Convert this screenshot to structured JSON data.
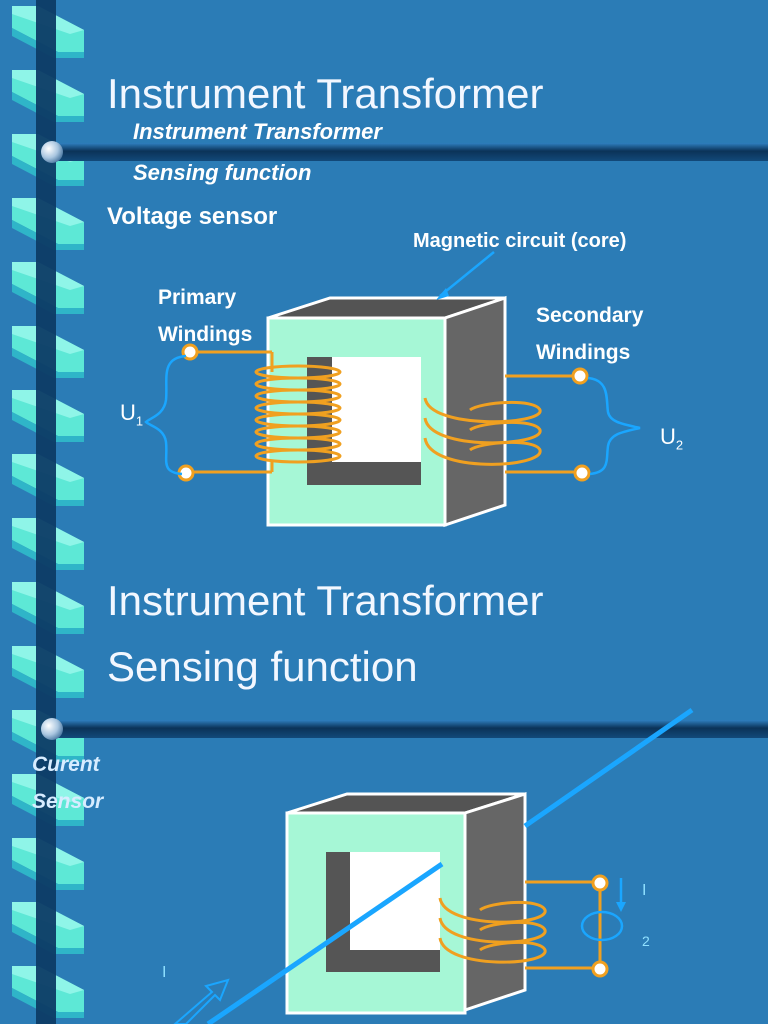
{
  "slide1": {
    "title": "Instrument Transformer",
    "subtitle_italic": "Instrument Transformer",
    "sensing_italic": "Sensing function",
    "voltage_sensor": "Voltage sensor",
    "magnetic_circuit": "Magnetic circuit (core)",
    "primary_line1": "Primary",
    "primary_line2": "Windings",
    "secondary_line1": "Secondary",
    "secondary_line2": "Windings",
    "u1": "U",
    "u1_sub": "1",
    "u2": "U",
    "u2_sub": "2"
  },
  "slide2": {
    "title": "Instrument Transformer",
    "sensing": "Sensing function",
    "curent_line1": "Curent",
    "curent_line2": "Sensor",
    "i_right": "I",
    "i_right_sub": "2",
    "i_left": "I"
  },
  "colors": {
    "background": "#2b7cb6",
    "bar": "#0d3c66",
    "core_front": "#a6f7d6",
    "core_side": "#606060",
    "winding": "#f0a020",
    "arrow": "#1aa6ff"
  }
}
